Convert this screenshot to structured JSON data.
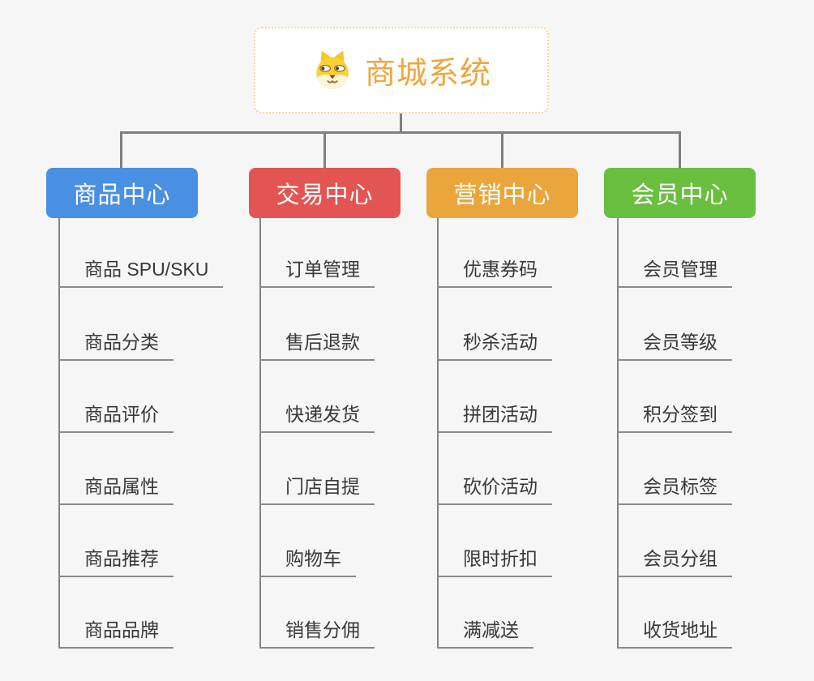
{
  "page": {
    "background": "#f5f6f5",
    "connector_color": "#7f7f7f",
    "underline_color": "#8a8a8a"
  },
  "root": {
    "label": "商城系统",
    "icon": "dog-face-icon",
    "text_color": "#f0a63e",
    "background": "#ffffff",
    "border_color": "#f8d7a4"
  },
  "branches": [
    {
      "label": "商品中心",
      "color": "#4a90e2",
      "items": [
        "商品 SPU/SKU",
        "商品分类",
        "商品评价",
        "商品属性",
        "商品推荐",
        "商品品牌"
      ]
    },
    {
      "label": "交易中心",
      "color": "#e25552",
      "items": [
        "订单管理",
        "售后退款",
        "快递发货",
        "门店自提",
        "购物车",
        "销售分佣"
      ]
    },
    {
      "label": "营销中心",
      "color": "#eaa63c",
      "items": [
        "优惠券码",
        "秒杀活动",
        "拼团活动",
        "砍价活动",
        "限时折扣",
        "满减送"
      ]
    },
    {
      "label": "会员中心",
      "color": "#6abf41",
      "items": [
        "会员管理",
        "会员等级",
        "积分签到",
        "会员标签",
        "会员分组",
        "收货地址"
      ]
    }
  ]
}
